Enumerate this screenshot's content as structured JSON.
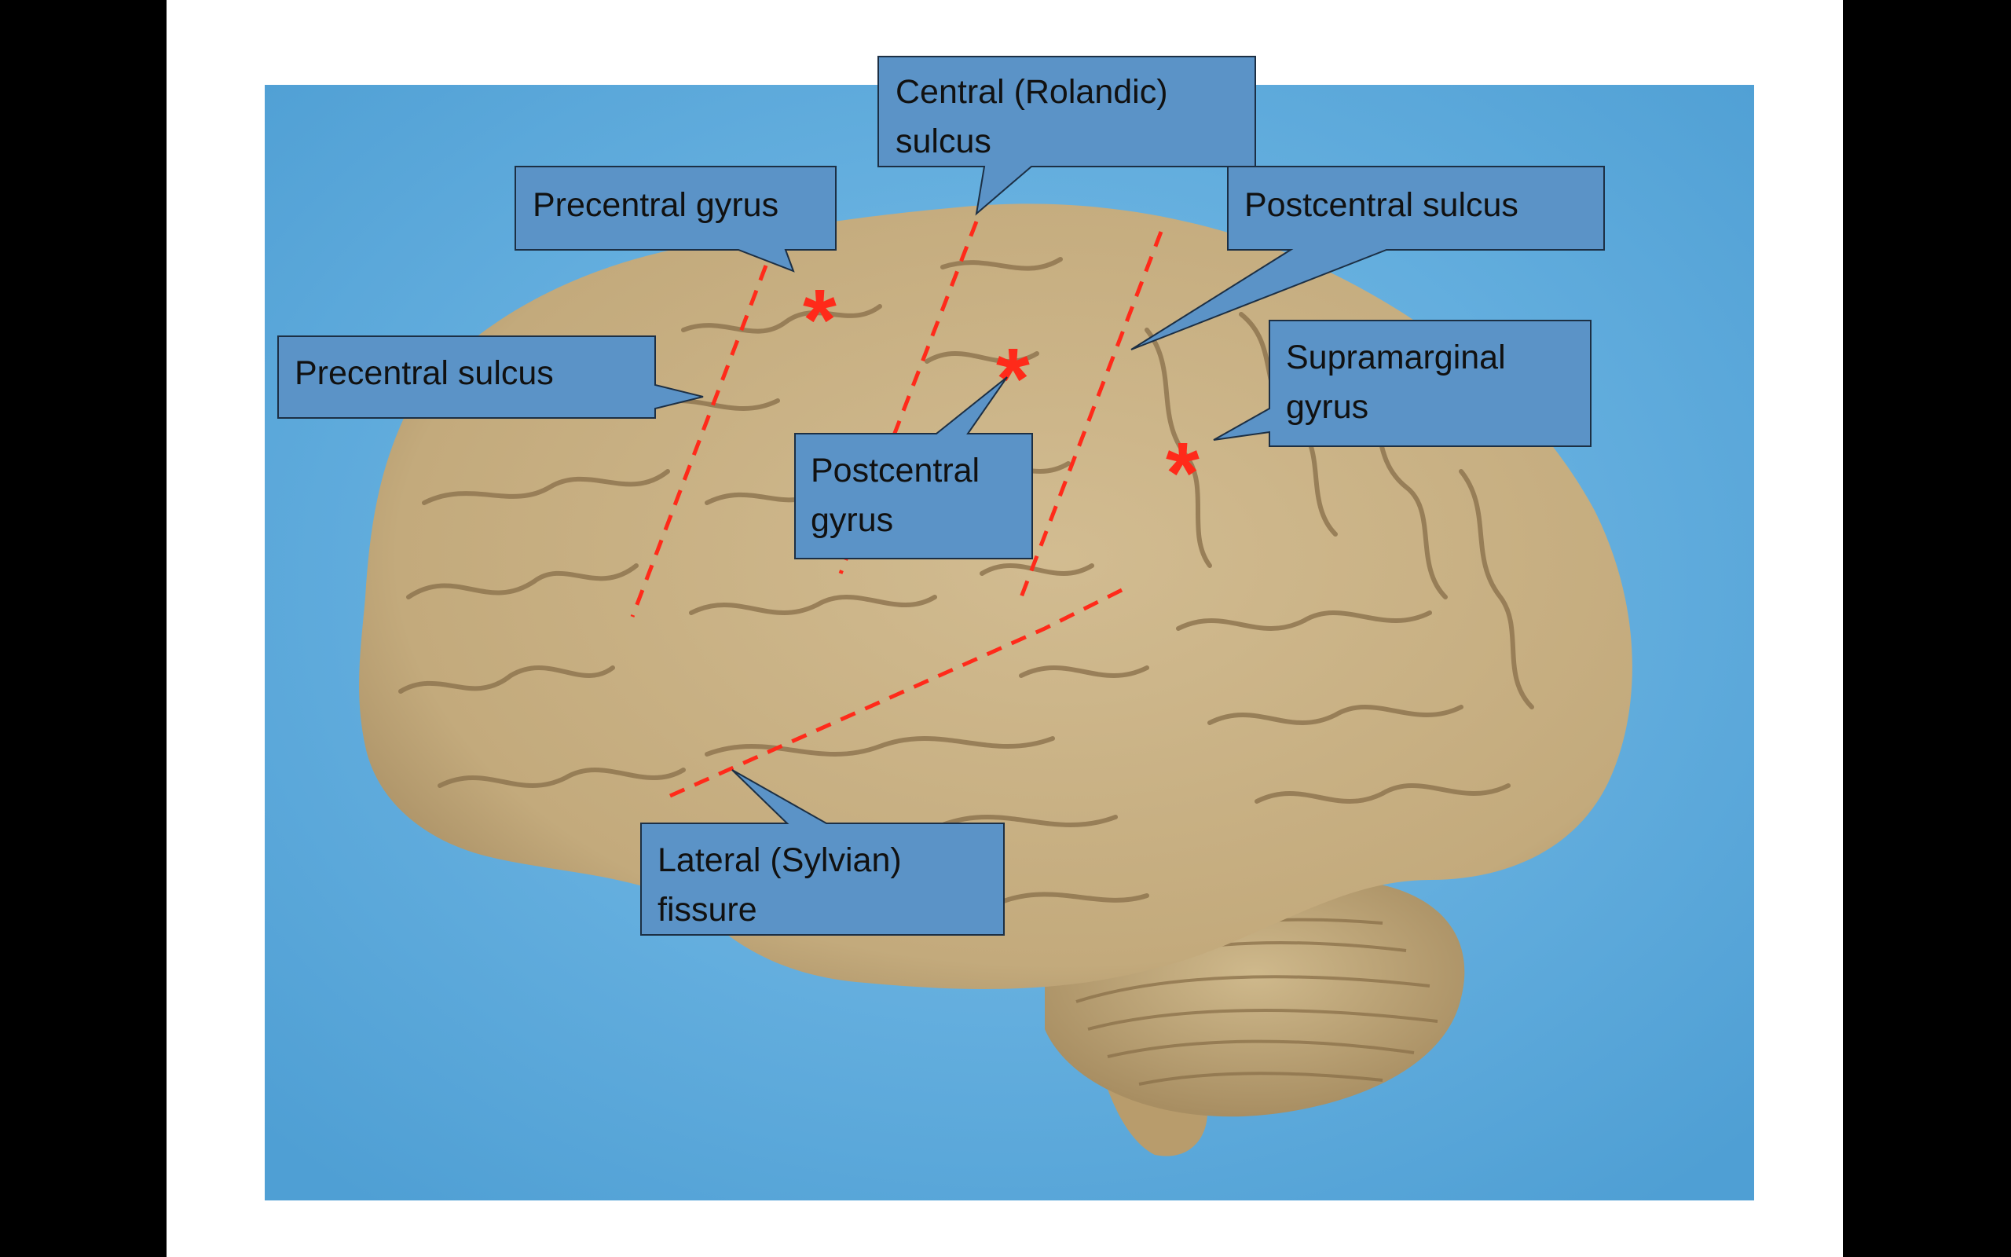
{
  "slide": {
    "colors": {
      "background": "#000000",
      "slide": "#ffffff",
      "photo_backdrop": "#5eaee0",
      "brain_tissue": "#c9b185",
      "sulcus_shadow": "#8f7650",
      "dashed_line": "#ff2a1a",
      "asterisk": "#ff2a1a",
      "callout_fill": "#5b93c7",
      "callout_border": "#1c2f44"
    }
  },
  "labels": {
    "central_sulcus": "Central (Rolandic)\nsulcus",
    "precentral_gyrus": "Precentral gyrus",
    "postcentral_sulcus": "Postcentral sulcus",
    "precentral_sulcus": "Precentral sulcus",
    "supramarginal_gyrus": "Supramarginal\ngyrus",
    "postcentral_gyrus": "Postcentral\ngyrus",
    "lateral_fissure": "Lateral (Sylvian)\nfissure"
  },
  "markers": {
    "asterisk": "*",
    "asterisk_count": 3
  },
  "icons": [
    "brain-photo",
    "dashed-sulcus-line",
    "asterisk-marker",
    "callout-pointer"
  ]
}
